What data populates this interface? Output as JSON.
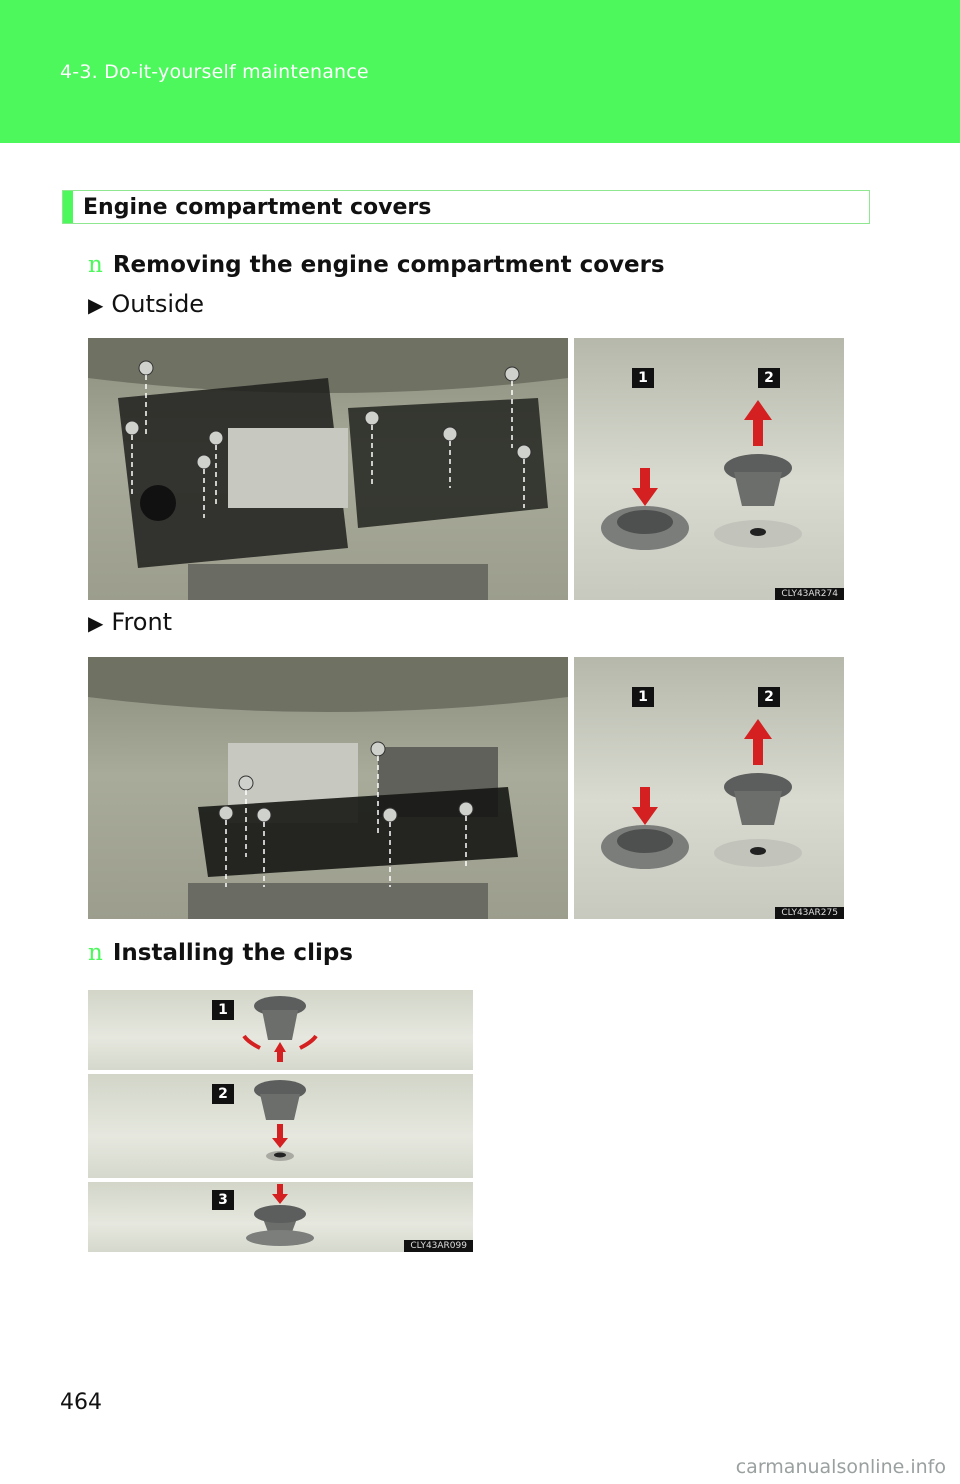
{
  "header": {
    "section": "4-3. Do-it-yourself maintenance"
  },
  "section_title": "Engine compartment covers",
  "subsections": {
    "removing": "Removing the engine compartment covers",
    "installing": "Installing the clips"
  },
  "variants": {
    "outside": "Outside",
    "front": "Front"
  },
  "figures": {
    "outside_code": "CLY43AR274",
    "front_code": "CLY43AR275",
    "clips_code": "CLY43AR099"
  },
  "steps": {
    "one": "1",
    "two": "2",
    "three": "3"
  },
  "page_number": "464",
  "watermark": "carmanualsonline.info",
  "colors": {
    "accent_green": "#4cf85c"
  }
}
